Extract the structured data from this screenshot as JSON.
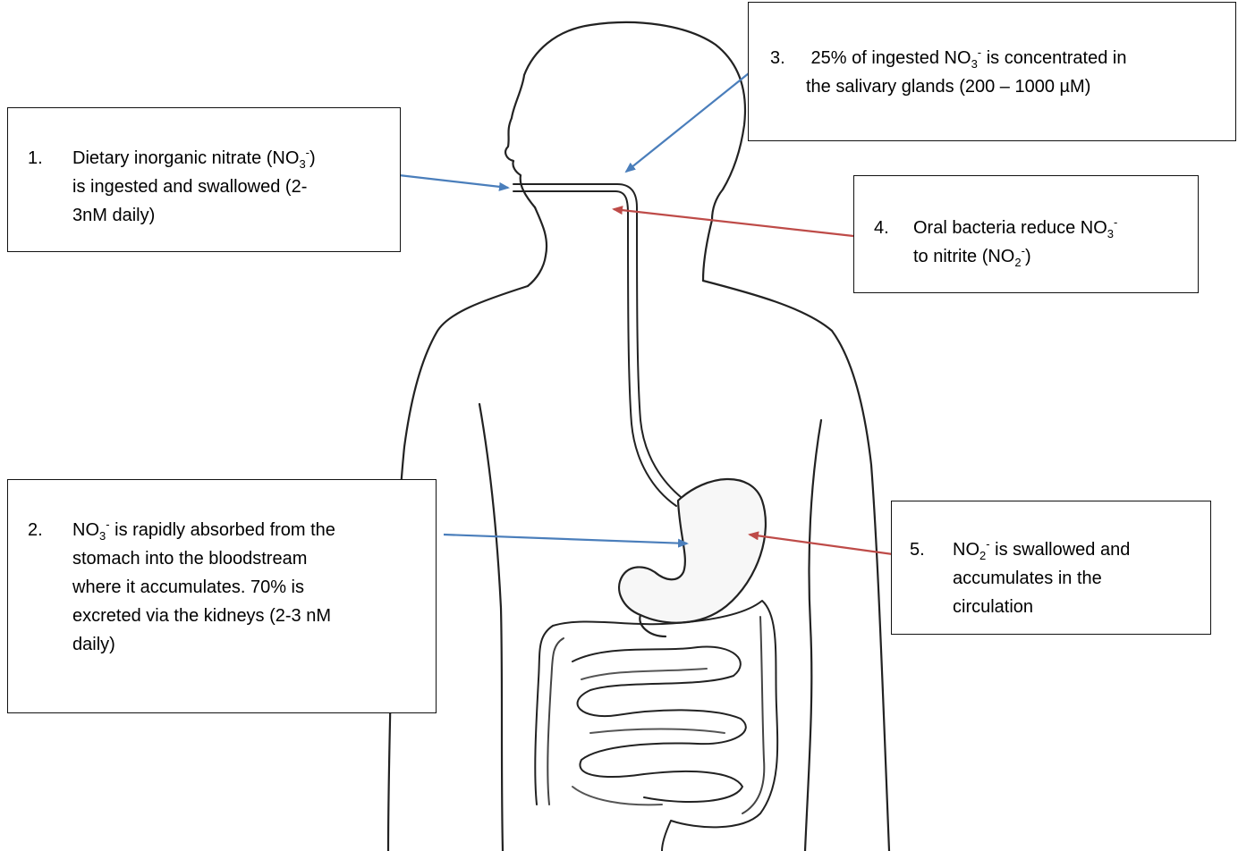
{
  "colors": {
    "blue_arrow": "#4a7ebb",
    "red_arrow": "#be4b48",
    "outline": "#222222"
  },
  "steps": [
    {
      "number": "1.",
      "lines": [
        [
          "Dietary inorganic nitrate (NO",
          {
            "sub": "3"
          },
          {
            "sup": "-"
          },
          ")"
        ],
        [
          "is ingested and swallowed (2-"
        ],
        [
          "3nM daily)"
        ]
      ]
    },
    {
      "number": "2.",
      "lines": [
        [
          "NO",
          {
            "sub": "3"
          },
          {
            "sup": "-"
          },
          " is rapidly absorbed from the"
        ],
        [
          "stomach into the bloodstream"
        ],
        [
          "where it accumulates. 70% is"
        ],
        [
          "excreted via the kidneys (2-3 nM"
        ],
        [
          "daily)"
        ]
      ]
    },
    {
      "number": "3.",
      "lines": [
        [
          " 25% of ingested NO",
          {
            "sub": "3"
          },
          {
            "sup": "-"
          },
          " is concentrated in"
        ],
        [
          "the salivary glands (200 – 1000 µM)"
        ]
      ]
    },
    {
      "number": "4.",
      "lines": [
        [
          "Oral bacteria reduce NO",
          {
            "sub": "3"
          },
          {
            "sup": "-"
          }
        ],
        [
          "to nitrite (NO",
          {
            "sub": "2"
          },
          {
            "sup": "-"
          },
          ")"
        ]
      ]
    },
    {
      "number": "5.",
      "lines": [
        [
          "NO",
          {
            "sub": "2"
          },
          {
            "sup": "-"
          },
          " is swallowed and"
        ],
        [
          "accumulates in the"
        ],
        [
          "circulation"
        ]
      ]
    }
  ]
}
